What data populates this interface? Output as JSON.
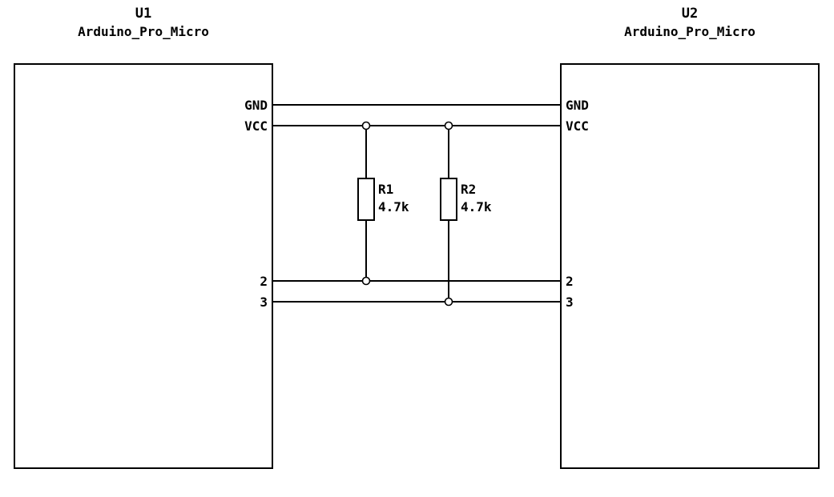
{
  "schematic": {
    "background_color": "#ffffff",
    "line_color": "#000000",
    "components": {
      "u1": {
        "reference": "U1",
        "value": "Arduino_Pro_Micro",
        "pins": {
          "gnd": "GND",
          "vcc": "VCC",
          "pin2": "2",
          "pin3": "3"
        }
      },
      "u2": {
        "reference": "U2",
        "value": "Arduino_Pro_Micro",
        "pins": {
          "gnd": "GND",
          "vcc": "VCC",
          "pin2": "2",
          "pin3": "3"
        }
      },
      "r1": {
        "reference": "R1",
        "value": "4.7k"
      },
      "r2": {
        "reference": "R2",
        "value": "4.7k"
      }
    },
    "connections": [
      "U1.GND — U2.GND",
      "U1.VCC — U2.VCC",
      "U1.2 — U2.2",
      "U1.3 — U2.3",
      "R1 pull-up: VCC net to pin-2 net",
      "R2 pull-up: VCC net to pin-3 net"
    ]
  }
}
